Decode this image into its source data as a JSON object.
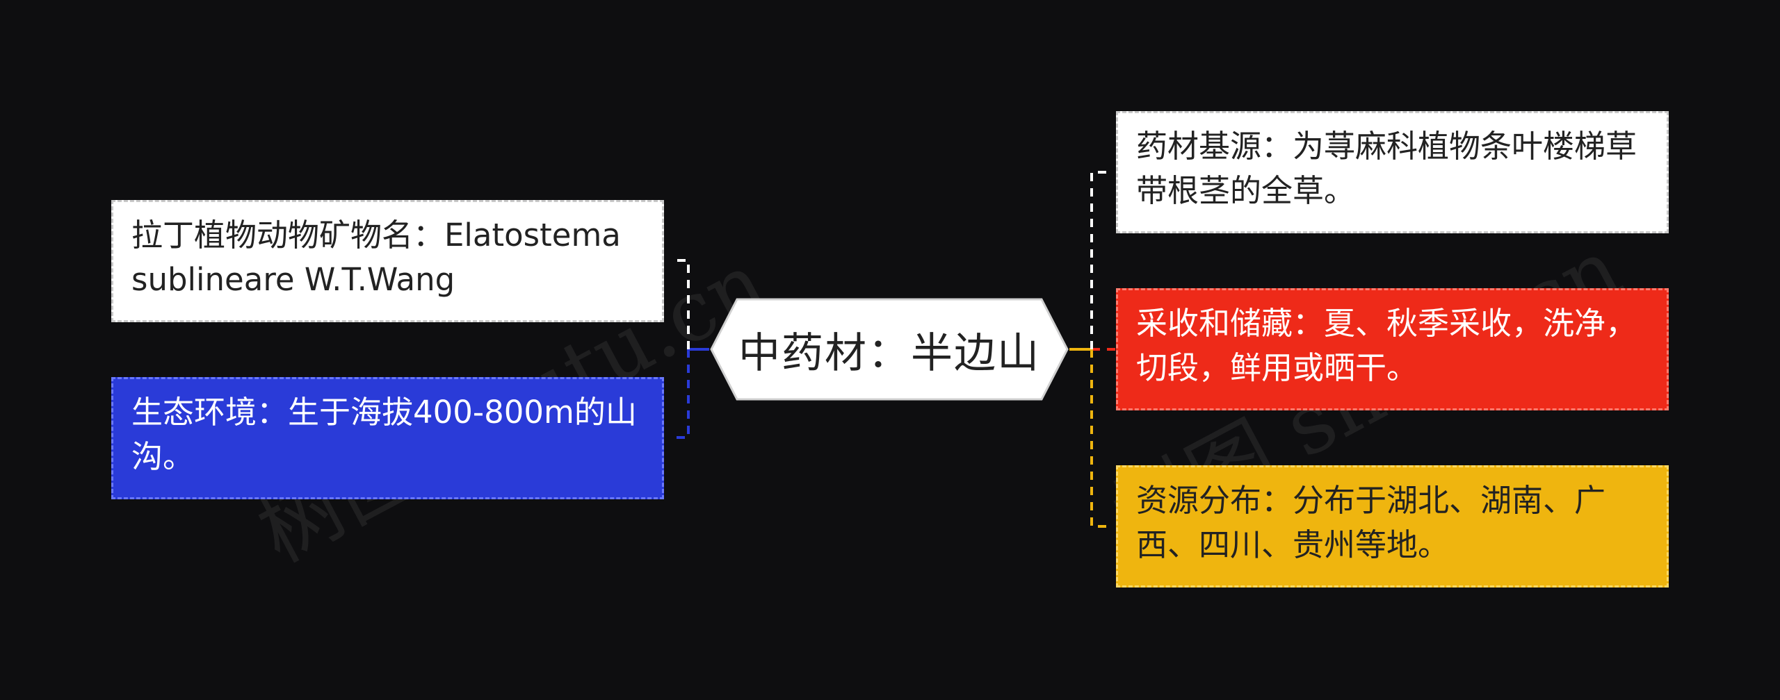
{
  "center": {
    "label": "中药材：半边山"
  },
  "left_nodes": [
    {
      "text": "拉丁植物动物矿物名：Elatostema sublineare W.T.Wang",
      "color": "#ffffff",
      "style": "white"
    },
    {
      "text": "生态环境：生于海拔400-800m的山沟。",
      "color": "#2a3bd8",
      "style": "blue"
    }
  ],
  "right_nodes": [
    {
      "text": "药材基源：为荨麻科植物条叶楼梯草带根茎的全草。",
      "color": "#ffffff",
      "style": "white"
    },
    {
      "text": "采收和储藏：夏、秋季采收，洗净，切段，鲜用或晒干。",
      "color": "#ee2a19",
      "style": "red"
    },
    {
      "text": "资源分布：分布于湖北、湖南、广西、四川、贵州等地。",
      "color": "#efb50f",
      "style": "yellow"
    }
  ],
  "watermarks": [
    "树图 shutu.cn",
    "树图 shutu.cn"
  ],
  "colors": {
    "background": "#0e0e10",
    "connector_left": "#2a3bd8",
    "connector_right": "#efb50f"
  }
}
